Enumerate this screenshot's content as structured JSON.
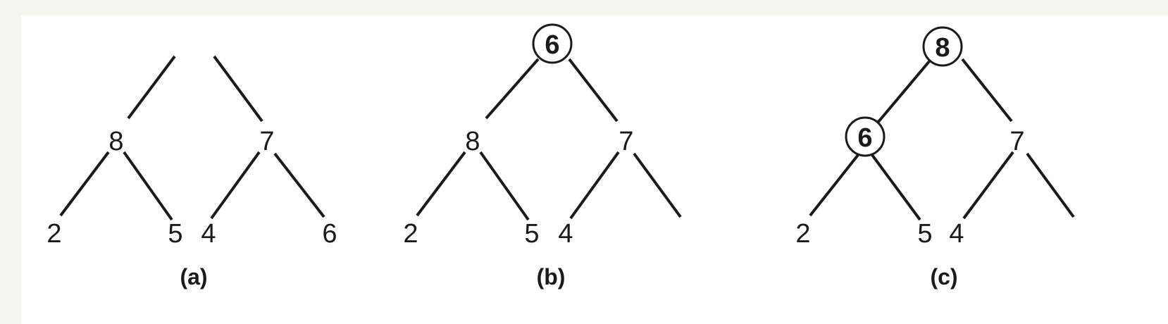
{
  "diagrams": [
    {
      "caption": "(a)",
      "nodes": [
        {
          "label": "",
          "circled": false
        },
        {
          "label": "8",
          "circled": false
        },
        {
          "label": "7",
          "circled": false
        },
        {
          "label": "2",
          "circled": false
        },
        {
          "label": "5",
          "circled": false
        },
        {
          "label": "4",
          "circled": false
        },
        {
          "label": "6",
          "circled": false
        }
      ]
    },
    {
      "caption": "(b)",
      "nodes": [
        {
          "label": "6",
          "circled": true
        },
        {
          "label": "8",
          "circled": false
        },
        {
          "label": "7",
          "circled": false
        },
        {
          "label": "2",
          "circled": false
        },
        {
          "label": "5",
          "circled": false
        },
        {
          "label": "4",
          "circled": false
        },
        {
          "label": "",
          "circled": false
        }
      ]
    },
    {
      "caption": "(c)",
      "nodes": [
        {
          "label": "8",
          "circled": true
        },
        {
          "label": "6",
          "circled": true
        },
        {
          "label": "7",
          "circled": false
        },
        {
          "label": "2",
          "circled": false
        },
        {
          "label": "5",
          "circled": false
        },
        {
          "label": "4",
          "circled": false
        },
        {
          "label": "",
          "circled": false
        }
      ]
    }
  ]
}
